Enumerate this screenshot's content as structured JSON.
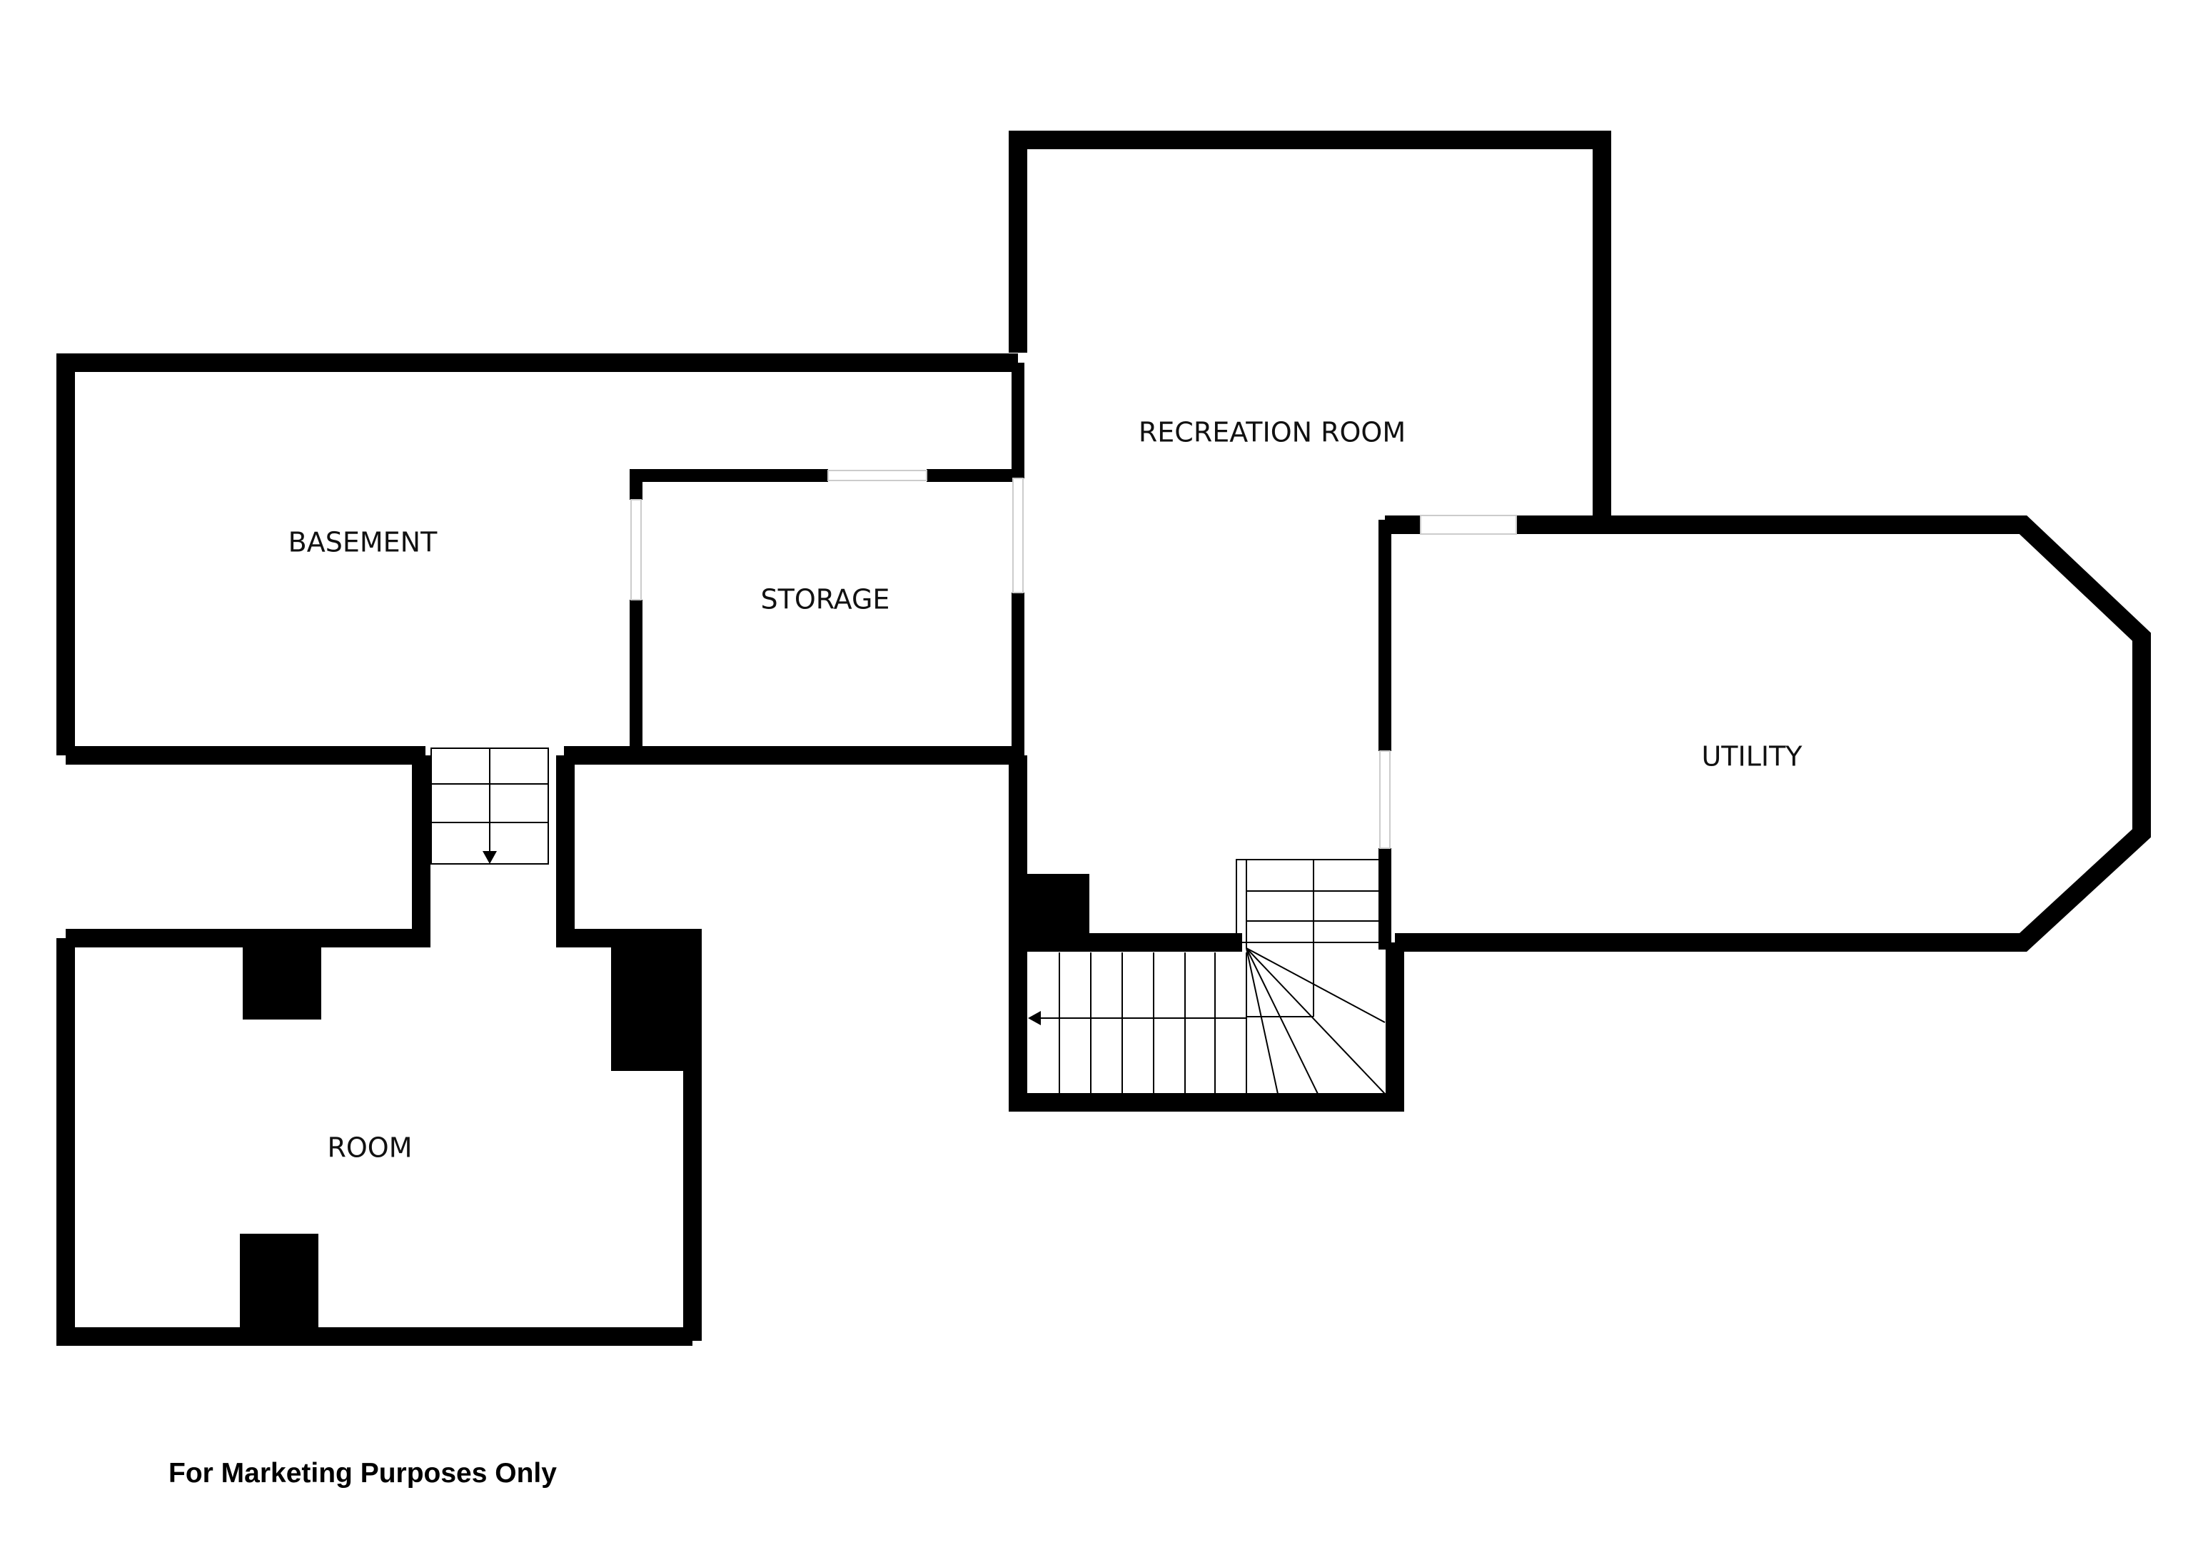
{
  "rooms": {
    "basement": "BASEMENT",
    "storage": "STORAGE",
    "recreation_room": "RECREATION ROOM",
    "utility": "UTILITY",
    "room": "ROOM"
  },
  "footer": {
    "note": "For Marketing Purposes Only"
  },
  "colors": {
    "wall": "#000000",
    "background": "#ffffff"
  }
}
